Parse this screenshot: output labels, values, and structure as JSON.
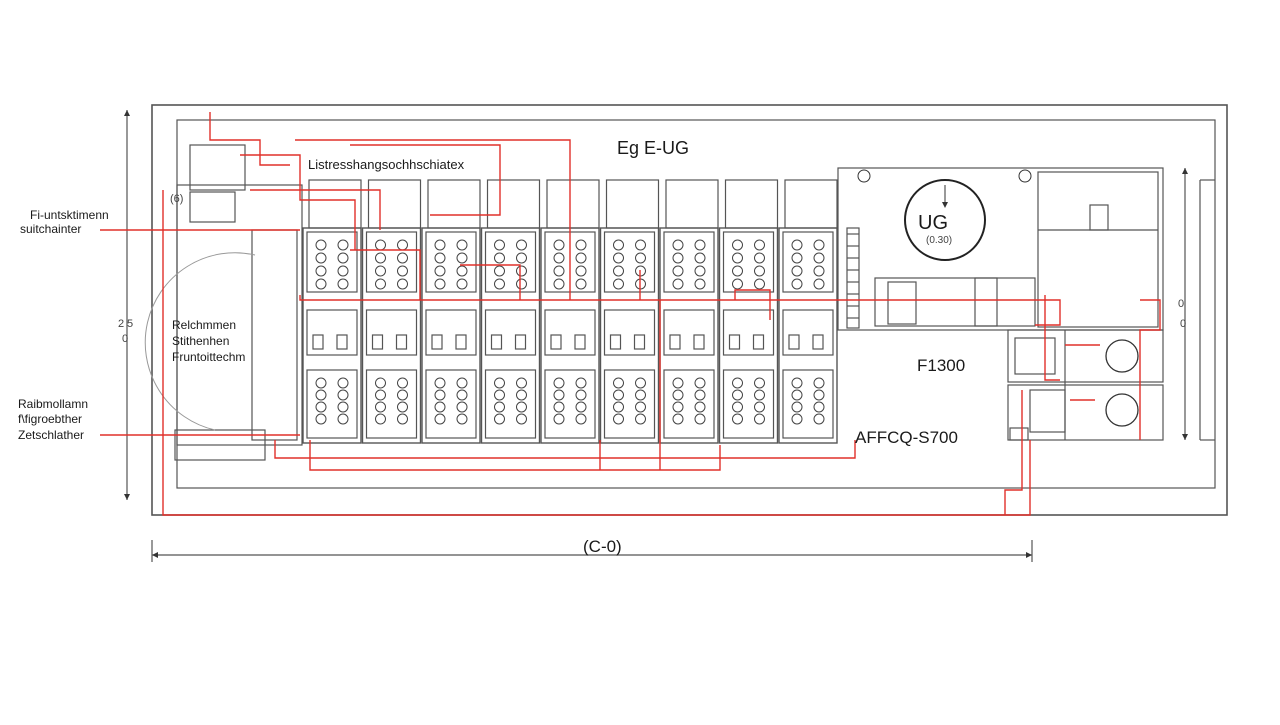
{
  "title": "Eg E-UG",
  "top_label": "Listresshangsochhschiatex",
  "left_labels": [
    [
      "Fi-untsktimenn",
      "suitchainter"
    ],
    [
      "Relchmmen",
      "Stithenhen",
      "Fruntoittechm"
    ],
    [
      "Raibmollamn",
      "f\\figroebther",
      "Zetschlather"
    ]
  ],
  "left_top_marker": "(6)",
  "left_dim_marks": [
    "2",
    "5",
    "0"
  ],
  "ug_circle": {
    "main": "UG",
    "sub": "(0.30)"
  },
  "room_label": "F1300",
  "device_label": "AFFCQ-S700",
  "bottom_dimension": "(C-0)",
  "right_dim_marks": [
    "0",
    "0"
  ],
  "cabinet_count": 9,
  "colors": {
    "wire": "#e0302a",
    "line": "#555555",
    "fill": "#ffffff"
  }
}
